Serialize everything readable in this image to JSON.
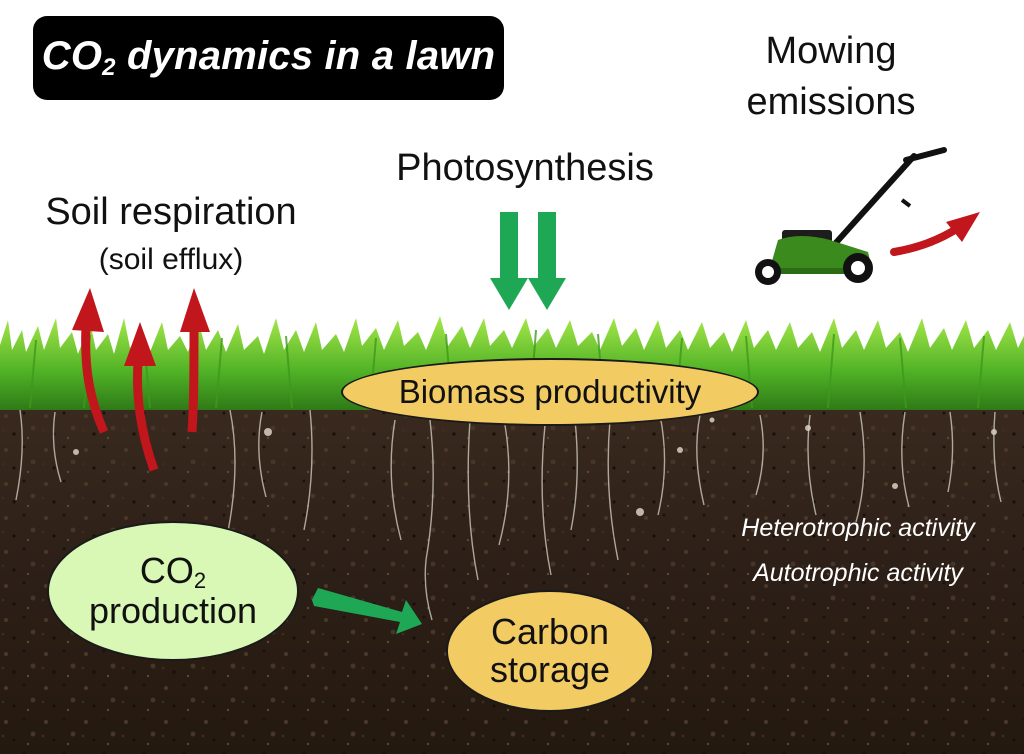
{
  "title": {
    "prefix": "CO",
    "subscript": "2",
    "rest": " dynamics in a lawn"
  },
  "labels": {
    "soil_respiration": "Soil respiration",
    "soil_efflux": "(soil efflux)",
    "photosynthesis": "Photosynthesis",
    "mowing_line1": "Mowing",
    "mowing_line2": "emissions"
  },
  "nodes": {
    "biomass": "Biomass productivity",
    "co2_prefix": "CO",
    "co2_subscript": "2",
    "co2_line2": "production",
    "carbon_line1": "Carbon",
    "carbon_line2": "storage"
  },
  "activities": [
    "Heterotrophic activity",
    "Autotrophic activity"
  ],
  "colors": {
    "flux_out_arrow": "#c0161c",
    "flux_in_arrow": "#1ea855",
    "soil": "#2b1e16",
    "grass": "#5fbf2a",
    "biomass_node": "#f2cb63",
    "co2_node": "#d9f7b5",
    "carbon_node": "#f2cb63",
    "title_background": "#000000"
  },
  "icons": [
    "lawn-mower-icon"
  ]
}
